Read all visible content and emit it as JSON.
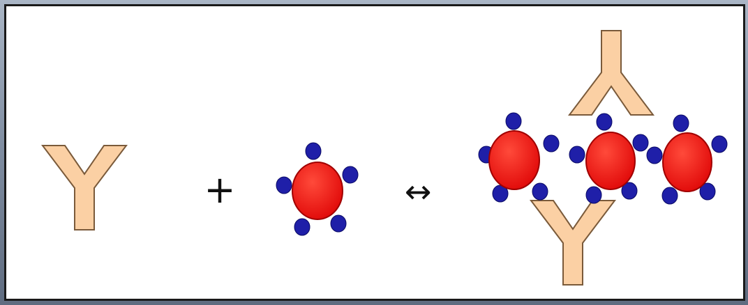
{
  "colors": {
    "antibody_fill": "#fbd0a4",
    "antibody_stroke": "#7a5a3a",
    "antigen_fill": "#ee1111",
    "antigen_stroke": "#a00000",
    "epitope_fill": "#1f1fa8",
    "epitope_stroke": "#0a0a66",
    "symbol_color": "#111111"
  },
  "icons": {
    "antibody": "antibody-y-shape",
    "antigen": "antigen-with-epitopes",
    "plus": "plus-sign",
    "equilibrium": "double-headed-arrow"
  },
  "symbols": {
    "plus": "+",
    "equilibrium": "↔"
  }
}
